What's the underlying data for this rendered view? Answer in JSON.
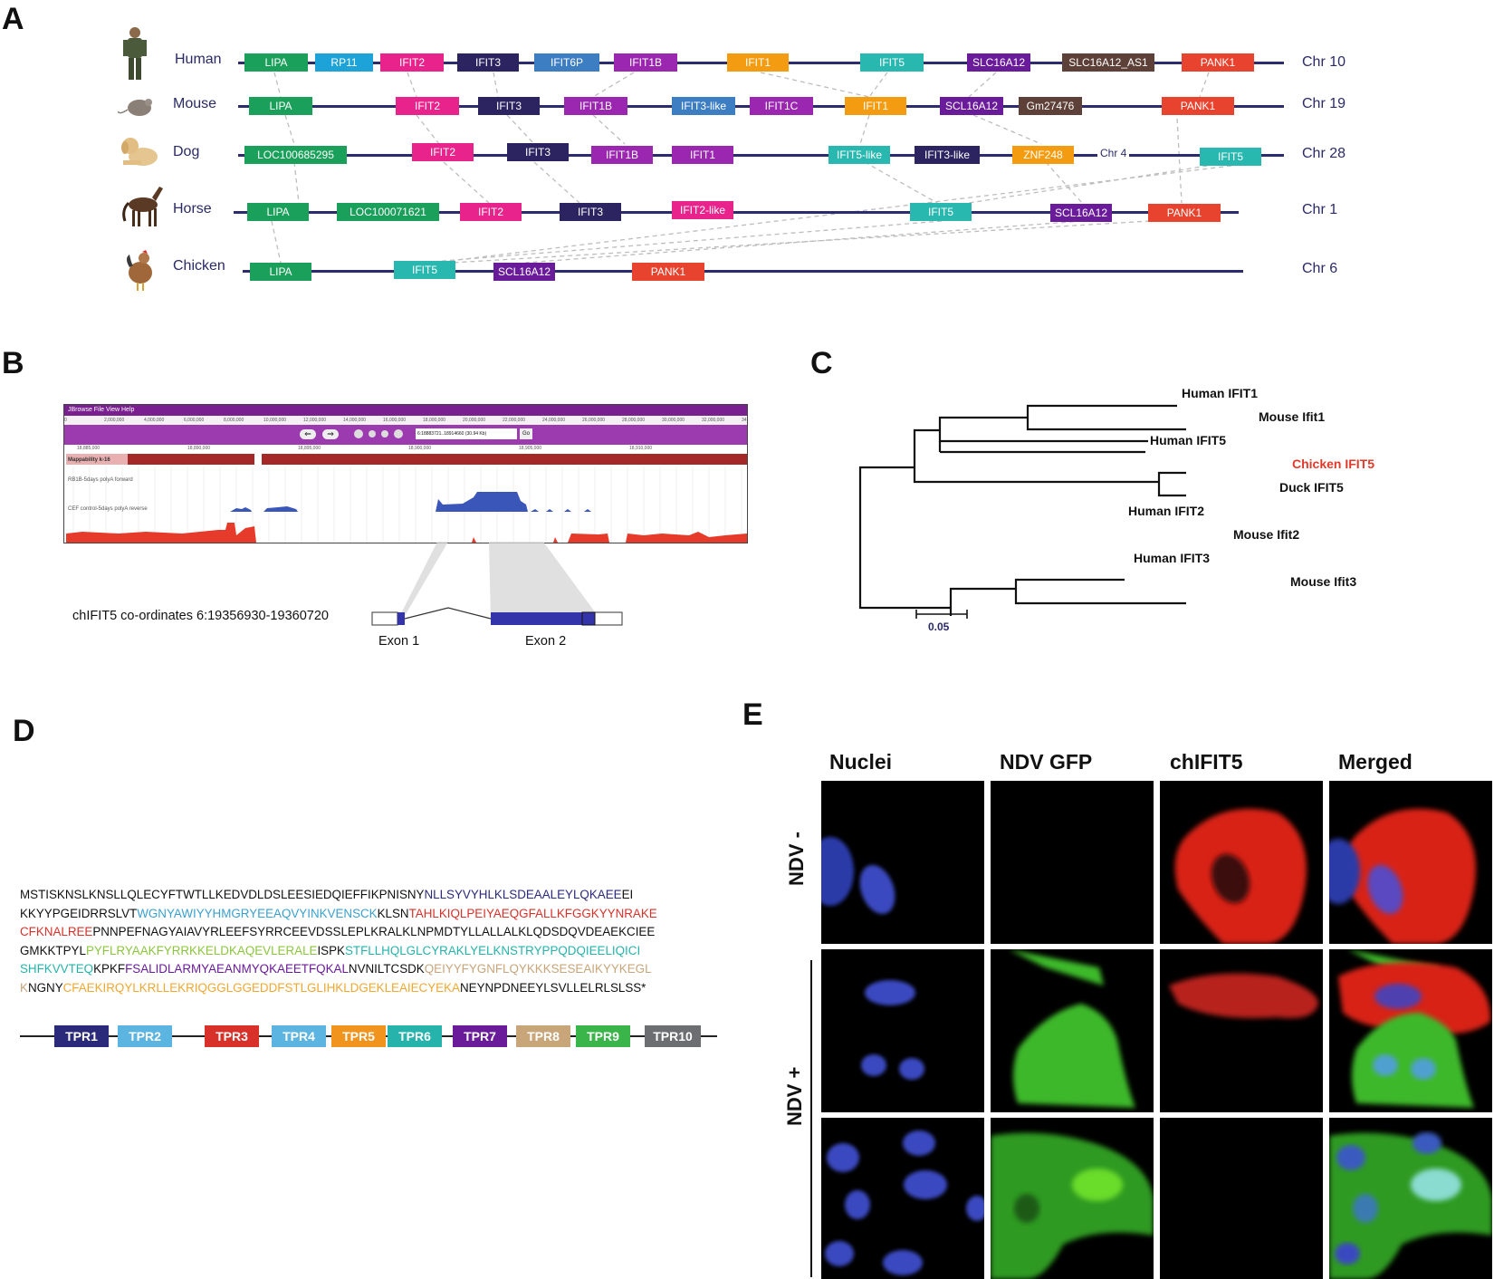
{
  "panels": {
    "A": "A",
    "B": "B",
    "C": "C",
    "D": "D",
    "E": "E"
  },
  "panelA": {
    "rows": [
      {
        "species": "Human",
        "chr": "Chr 10",
        "genes": [
          {
            "label": "LIPA",
            "color": "#1aa05a"
          },
          {
            "label": "RP11",
            "color": "#1ea3d8"
          },
          {
            "label": "IFIT2",
            "color": "#e8248c"
          },
          {
            "label": "IFIT3",
            "color": "#2b2461"
          },
          {
            "label": "IFIT6P",
            "color": "#3d7ec2"
          },
          {
            "label": "IFIT1B",
            "color": "#9b27b0"
          },
          {
            "label": "IFIT1",
            "color": "#f39c12"
          },
          {
            "label": "IFIT5",
            "color": "#29b8b0"
          },
          {
            "label": "SLC16A12",
            "color": "#6a1b9a"
          },
          {
            "label": "SLC16A12_AS1",
            "color": "#5d4037"
          },
          {
            "label": "PANK1",
            "color": "#e8432e"
          }
        ]
      },
      {
        "species": "Mouse",
        "chr": "Chr 19",
        "genes": [
          {
            "label": "LIPA",
            "color": "#1aa05a"
          },
          {
            "label": "IFIT2",
            "color": "#e8248c"
          },
          {
            "label": "IFIT3",
            "color": "#2b2461"
          },
          {
            "label": "IFIT1B",
            "color": "#9b27b0"
          },
          {
            "label": "IFIT3-like",
            "color": "#3d7ec2"
          },
          {
            "label": "IFIT1C",
            "color": "#9b27b0"
          },
          {
            "label": "IFIT1",
            "color": "#f39c12"
          },
          {
            "label": "SCL16A12",
            "color": "#6a1b9a"
          },
          {
            "label": "Gm27476",
            "color": "#5d4037"
          },
          {
            "label": "PANK1",
            "color": "#e8432e"
          }
        ]
      },
      {
        "species": "Dog",
        "chr": "Chr 28",
        "sub_chr": "Chr 4",
        "genes": [
          {
            "label": "LOC100685295",
            "color": "#1aa05a"
          },
          {
            "label": "IFIT2",
            "color": "#e8248c"
          },
          {
            "label": "IFIT3",
            "color": "#2b2461"
          },
          {
            "label": "IFIT1B",
            "color": "#9b27b0"
          },
          {
            "label": "IFIT1",
            "color": "#9b27b0"
          },
          {
            "label": "IFIT5-like",
            "color": "#29b8b0"
          },
          {
            "label": "IFIT3-like",
            "color": "#2b2461"
          },
          {
            "label": "ZNF248",
            "color": "#f39c12"
          },
          {
            "label": "IFIT5",
            "color": "#29b8b0"
          }
        ]
      },
      {
        "species": "Horse",
        "chr": "Chr 1",
        "genes": [
          {
            "label": "LIPA",
            "color": "#1aa05a"
          },
          {
            "label": "LOC100071621",
            "color": "#1aa05a"
          },
          {
            "label": "IFIT2",
            "color": "#e8248c"
          },
          {
            "label": "IFIT3",
            "color": "#2b2461"
          },
          {
            "label": "IFIT2-like",
            "color": "#e8248c"
          },
          {
            "label": "IFIT5",
            "color": "#29b8b0"
          },
          {
            "label": "SCL16A12",
            "color": "#6a1b9a"
          },
          {
            "label": "PANK1",
            "color": "#e8432e"
          }
        ]
      },
      {
        "species": "Chicken",
        "chr": "Chr 6",
        "genes": [
          {
            "label": "LIPA",
            "color": "#1aa05a"
          },
          {
            "label": "IFIT5",
            "color": "#29b8b0"
          },
          {
            "label": "SCL16A12",
            "color": "#6a1b9a"
          },
          {
            "label": "PANK1",
            "color": "#e8432e"
          }
        ]
      }
    ]
  },
  "panelB": {
    "jbrowse_menu": "JBrowse   File   View   Help",
    "ruler_ticks": [
      "0",
      "2,000,000",
      "4,000,000",
      "6,000,000",
      "8,000,000",
      "10,000,000",
      "12,000,000",
      "14,000,000",
      "16,000,000",
      "18,000,000",
      "20,000,000",
      "22,000,000",
      "24,000,000",
      "26,000,000",
      "28,000,000",
      "30,000,000",
      "32,000,000",
      "34"
    ],
    "sub_ticks": [
      "18,885,000",
      "18,890,000",
      "18,895,000",
      "18,900,000",
      "18,905,000",
      "18,910,000"
    ],
    "locus_box": "6:18883721..18914660 (30.94 Kb)",
    "go_label": "Go",
    "tracks": [
      "Mappability k-16",
      "RB1B-5days polyA forward",
      "CEF control-5days polyA reverse"
    ],
    "coord_label": "chIFIT5 co-ordinates 6:19356930-19360720",
    "exon1": "Exon 1",
    "exon2": "Exon 2"
  },
  "panelC": {
    "leaves": [
      {
        "label": "Human IFIT1",
        "color": "#111111"
      },
      {
        "label": "Mouse Ifit1",
        "color": "#111111"
      },
      {
        "label": "Human IFIT5",
        "color": "#111111"
      },
      {
        "label": "Chicken IFIT5",
        "color": "#e03a2a"
      },
      {
        "label": "Duck IFIT5",
        "color": "#111111"
      },
      {
        "label": "Human IFIT2",
        "color": "#111111"
      },
      {
        "label": "Mouse Ifit2",
        "color": "#111111"
      },
      {
        "label": "Human IFIT3",
        "color": "#111111"
      },
      {
        "label": "Mouse Ifit3",
        "color": "#111111"
      }
    ],
    "scale": "0.05"
  },
  "panelD": {
    "sequence_lines": [
      [
        {
          "t": "MSTISKNSLKNSLLQLECYFTWTLLKEDVDLDSLEESIEDQIEFFIKPNISNY",
          "c": "#111111"
        },
        {
          "t": "NLLSYVYHLKLSDEAALEYLQKAEE",
          "c": "#2b2a7a"
        },
        {
          "t": "EI",
          "c": "#111111"
        }
      ],
      [
        {
          "t": "KKYYPGEIDRRSLVT",
          "c": "#111111"
        },
        {
          "t": "WGNYAWIYYHMGRYEEAQVYINKVENSCK",
          "c": "#3aa0d0"
        },
        {
          "t": "KLSN",
          "c": "#111111"
        },
        {
          "t": "TAHLKIQLPEIYAEQGFALLKFGGKYYNRAKE",
          "c": "#d8312a"
        }
      ],
      [
        {
          "t": "CFKNALREE",
          "c": "#d8312a"
        },
        {
          "t": "PNNPEFNAGYAIAVYRLEEFSYRRCEEVDSSLEPLKRALKLNPMDTYLLALLALKLQDSDQVDEAEKCIEE",
          "c": "#111111"
        }
      ],
      [
        {
          "t": "GMKKTPYL",
          "c": "#111111"
        },
        {
          "t": "PYFLRYAAKFYRRKKELDKAQEVLERALE",
          "c": "#8cc63f"
        },
        {
          "t": "ISPK",
          "c": "#111111"
        },
        {
          "t": "STFLLHQLGLCYRAKLYELKNSTRYPPQDQIEELIQICI",
          "c": "#26b3ac"
        }
      ],
      [
        {
          "t": "SHFKVVTEQ",
          "c": "#26b3ac"
        },
        {
          "t": "KPKF",
          "c": "#111111"
        },
        {
          "t": "FSALIDLARMYAEANMYQKAEETFQKAL",
          "c": "#6a1b9a"
        },
        {
          "t": "NVNILTCSDK",
          "c": "#111111"
        },
        {
          "t": "QEIYYFYGNFLQYKKKSESEAIKYYKEGL",
          "c": "#c9a57a"
        }
      ],
      [
        {
          "t": "K",
          "c": "#c9a57a"
        },
        {
          "t": "NGNY",
          "c": "#111111"
        },
        {
          "t": "CFAEKIRQYLKRLLEKRIQGGLGGEDDFSTLGLIHKLDGEKLEAIECYEKA",
          "c": "#f0a830"
        },
        {
          "t": "NEYNPDNEEYLSVLLELRLSLSS*",
          "c": "#111111"
        }
      ]
    ],
    "tpr": [
      {
        "label": "TPR1",
        "color": "#2b2a7a"
      },
      {
        "label": "TPR2",
        "color": "#5cb4e0"
      },
      {
        "label": "TPR3",
        "color": "#d8312a"
      },
      {
        "label": "TPR4",
        "color": "#5cb4e0"
      },
      {
        "label": "TPR5",
        "color": "#f0941e"
      },
      {
        "label": "TPR6",
        "color": "#26b3ac"
      },
      {
        "label": "TPR7",
        "color": "#6a1b9a"
      },
      {
        "label": "TPR8",
        "color": "#c9a57a"
      },
      {
        "label": "TPR9",
        "color": "#3ab54a"
      },
      {
        "label": "TPR10",
        "color": "#6d6e71"
      }
    ]
  },
  "panelE": {
    "columns": [
      "Nuclei",
      "NDV GFP",
      "chIFIT5",
      "Merged"
    ],
    "row_minus": "NDV -",
    "row_plus": "NDV +"
  }
}
